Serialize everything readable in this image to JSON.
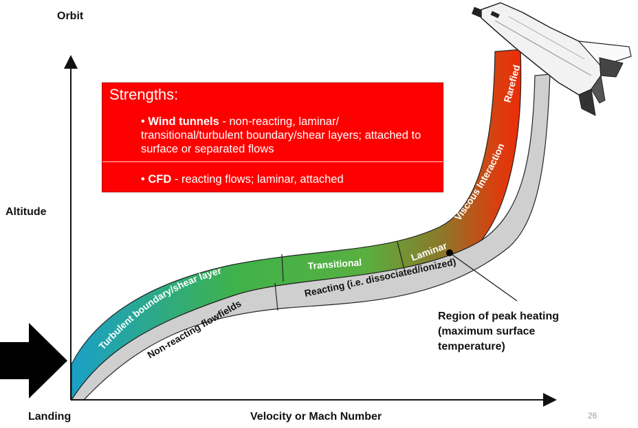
{
  "labels": {
    "orbit": "Orbit",
    "altitude": "Altitude",
    "landing": "Landing",
    "x_axis": "Velocity or Mach Number",
    "page_number": "26"
  },
  "strengths": {
    "title": "Strengths:",
    "bullet1_prefix": "• ",
    "bullet1_bold": "Wind tunnels",
    "bullet1_text": " - non-reacting, laminar/ transitional/turbulent boundary/shear layers; attached to surface or separated flows",
    "bullet2_prefix": "• ",
    "bullet2_bold": "CFD",
    "bullet2_text": " - reacting flows; laminar, attached"
  },
  "band_upper": {
    "turbulent": "Turbulent boundary/shear layer",
    "transitional": "Transitional",
    "laminar": "Laminar",
    "viscous": "Viscous Interaction",
    "rarefied": "Rarefied"
  },
  "band_lower": {
    "non_reacting": "Non-reacting flowfields",
    "reacting": "Reacting (i.e. dissociated/ionized)"
  },
  "peak_heating": {
    "line1": "Region of peak heating",
    "line2": "(maximum surface",
    "line3": "temperature)"
  },
  "colors": {
    "strengths_box": "#ff0000",
    "gray_band": "#cfcfcf",
    "gradient_start": "#1aa0c8",
    "gradient_mid": "#3fb24a",
    "gradient_late": "#a06a20",
    "gradient_end": "#ff1a00"
  }
}
